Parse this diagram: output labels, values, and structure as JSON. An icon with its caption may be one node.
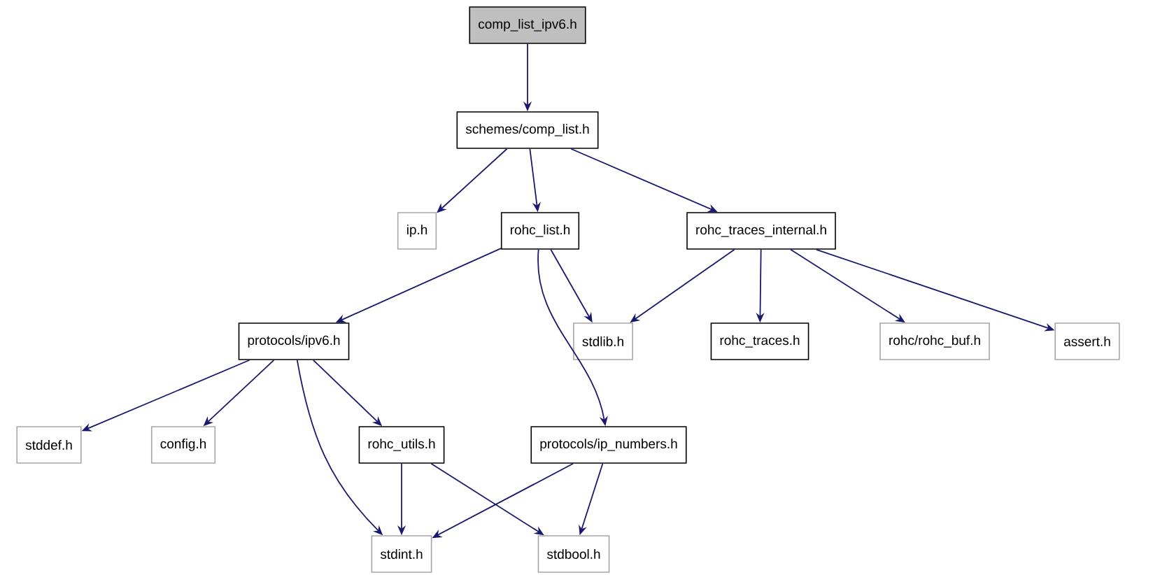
{
  "diagram": {
    "nodes": [
      {
        "text": [
          "comp_list_ipv6.h"
        ]
      },
      {
        "text": [
          "schemes/comp_list.h"
        ]
      },
      {
        "text": [
          "ip.h"
        ]
      },
      {
        "text": [
          "rohc_list.h"
        ]
      },
      {
        "text": [
          "rohc_traces_internal.h"
        ]
      },
      {
        "text": [
          "protocols/ipv6.h"
        ]
      },
      {
        "text": [
          "stdlib.h"
        ]
      },
      {
        "text": [
          "rohc_traces.h"
        ]
      },
      {
        "text": [
          "rohc/rohc_buf.h"
        ]
      },
      {
        "text": [
          "assert.h"
        ]
      },
      {
        "text": [
          "stddef.h"
        ]
      },
      {
        "text": [
          "config.h"
        ]
      },
      {
        "text": [
          "rohc_utils.h"
        ]
      },
      {
        "text": [
          "protocols/ip_numbers.h"
        ]
      },
      {
        "text": [
          "stdint.h"
        ]
      },
      {
        "text": [
          "stdbool.h"
        ]
      }
    ],
    "edges": [
      {
        "from": 0,
        "to": 1,
        "arrow": "to"
      },
      {
        "from": 1,
        "to": 2,
        "arrow": "to"
      },
      {
        "from": 1,
        "to": 3,
        "arrow": "to"
      },
      {
        "from": 1,
        "to": 4,
        "arrow": "to"
      },
      {
        "from": 3,
        "to": 5,
        "arrow": "to"
      },
      {
        "from": 3,
        "to": 6,
        "arrow": "to"
      },
      {
        "from": 3,
        "to": 13,
        "arrow": "to"
      },
      {
        "from": 4,
        "to": 6,
        "arrow": "to"
      },
      {
        "from": 4,
        "to": 7,
        "arrow": "to"
      },
      {
        "from": 4,
        "to": 8,
        "arrow": "to"
      },
      {
        "from": 4,
        "to": 9,
        "arrow": "to"
      },
      {
        "from": 5,
        "to": 10,
        "arrow": "to"
      },
      {
        "from": 5,
        "to": 11,
        "arrow": "to"
      },
      {
        "from": 5,
        "to": 14,
        "arrow": "to"
      },
      {
        "from": 5,
        "to": 12,
        "arrow": "to"
      },
      {
        "from": 12,
        "to": 14,
        "arrow": "to"
      },
      {
        "from": 12,
        "to": 15,
        "arrow": "to"
      },
      {
        "from": 13,
        "to": 14,
        "arrow": "to"
      },
      {
        "from": 13,
        "to": 15,
        "arrow": "to"
      }
    ]
  }
}
